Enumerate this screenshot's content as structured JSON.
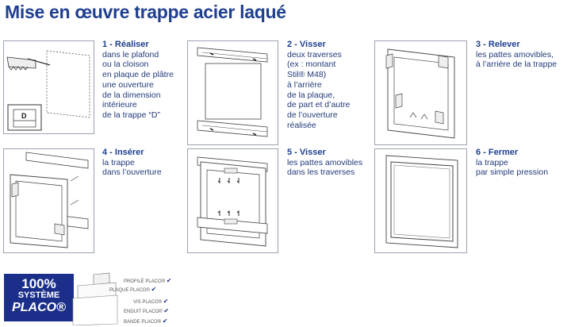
{
  "title": "Mise en œuvre trappe acier laqué",
  "steps": [
    {
      "num": "1 - Réaliser",
      "lines": [
        "dans le plafond",
        "ou la cloison",
        "en plaque de plâtre",
        "une ouverture",
        "de la dimension",
        "intérieure",
        "de la trappe “D”"
      ]
    },
    {
      "num": "2 - Visser",
      "lines": [
        "deux traverses",
        "(ex : montant",
        "Stil® M48)",
        "à l’arrière",
        "de la plaque,",
        "de part et d’autre",
        "de l’ouverture",
        "réalisée"
      ]
    },
    {
      "num": "3 - Relever",
      "lines": [
        "les pattes amovibles,",
        "à l’arrière de la trappe"
      ]
    },
    {
      "num": "4 - Insérer",
      "lines": [
        "la trappe",
        "dans l’ouverture"
      ]
    },
    {
      "num": "5 - Visser",
      "lines": [
        "les pattes amovibles",
        "dans les traverses"
      ]
    },
    {
      "num": "6 - Fermer",
      "lines": [
        "la trappe",
        "par simple pression"
      ]
    }
  ],
  "diagram_label_d": "D",
  "badge": {
    "line1": "100%",
    "line2": "SYSTÈME",
    "line3": "PLACO®"
  },
  "products": [
    "PROFILÉ PLACO®",
    "PLAQUE PLACO®",
    "VIS PLACO®",
    "ENDUIT PLACO®",
    "BANDE PLACO®"
  ]
}
